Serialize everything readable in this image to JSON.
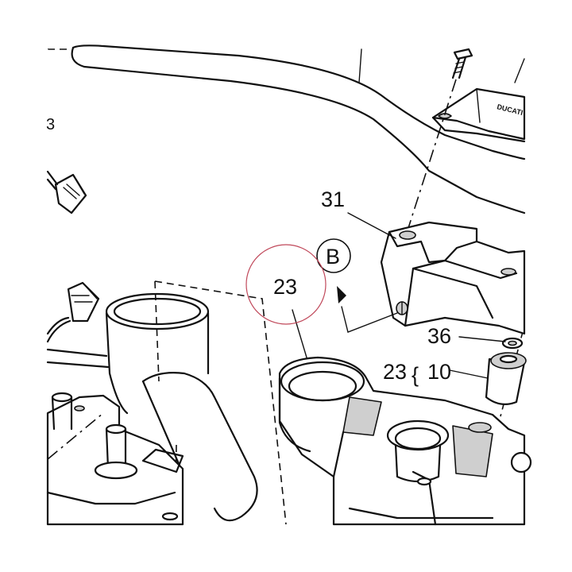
{
  "callouts": {
    "c31": "31",
    "c23_top": "23",
    "c36": "36",
    "c23_side": "23",
    "c10": "10",
    "cB": "B",
    "brace": "{"
  },
  "colors": {
    "line": "#111111",
    "highlight_circle": "#c0485a",
    "shade": "#cfcfcf"
  }
}
